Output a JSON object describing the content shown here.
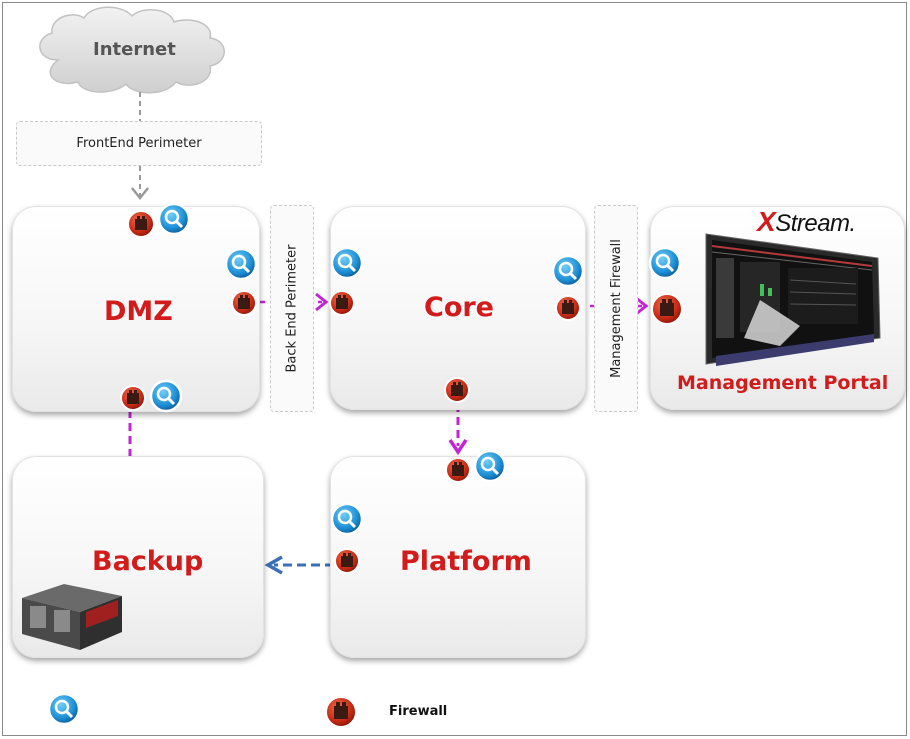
{
  "colors": {
    "zone_label": "#d21c1c",
    "arrow_magenta": "#c026d3",
    "arrow_gray": "#9a9a9a",
    "arrow_blue": "#3b6fb6",
    "search_icon": "#1f8fd6",
    "firewall_icon": "#cc2a1a"
  },
  "cloud": {
    "label": "Internet"
  },
  "perimeters": {
    "frontend": "FrontEnd Perimeter",
    "backend": "Back End Perimeter",
    "management": "Management Firewall"
  },
  "zones": {
    "dmz": "DMZ",
    "core": "Core",
    "portal": "Management Portal",
    "backup": "Backup",
    "platform": "Platform"
  },
  "brand": {
    "x": "X",
    "rest": "Stream."
  },
  "legend": {
    "search_icon": "search-icon",
    "firewall_icon": "firewall-icon",
    "firewall_label": "Firewall"
  }
}
